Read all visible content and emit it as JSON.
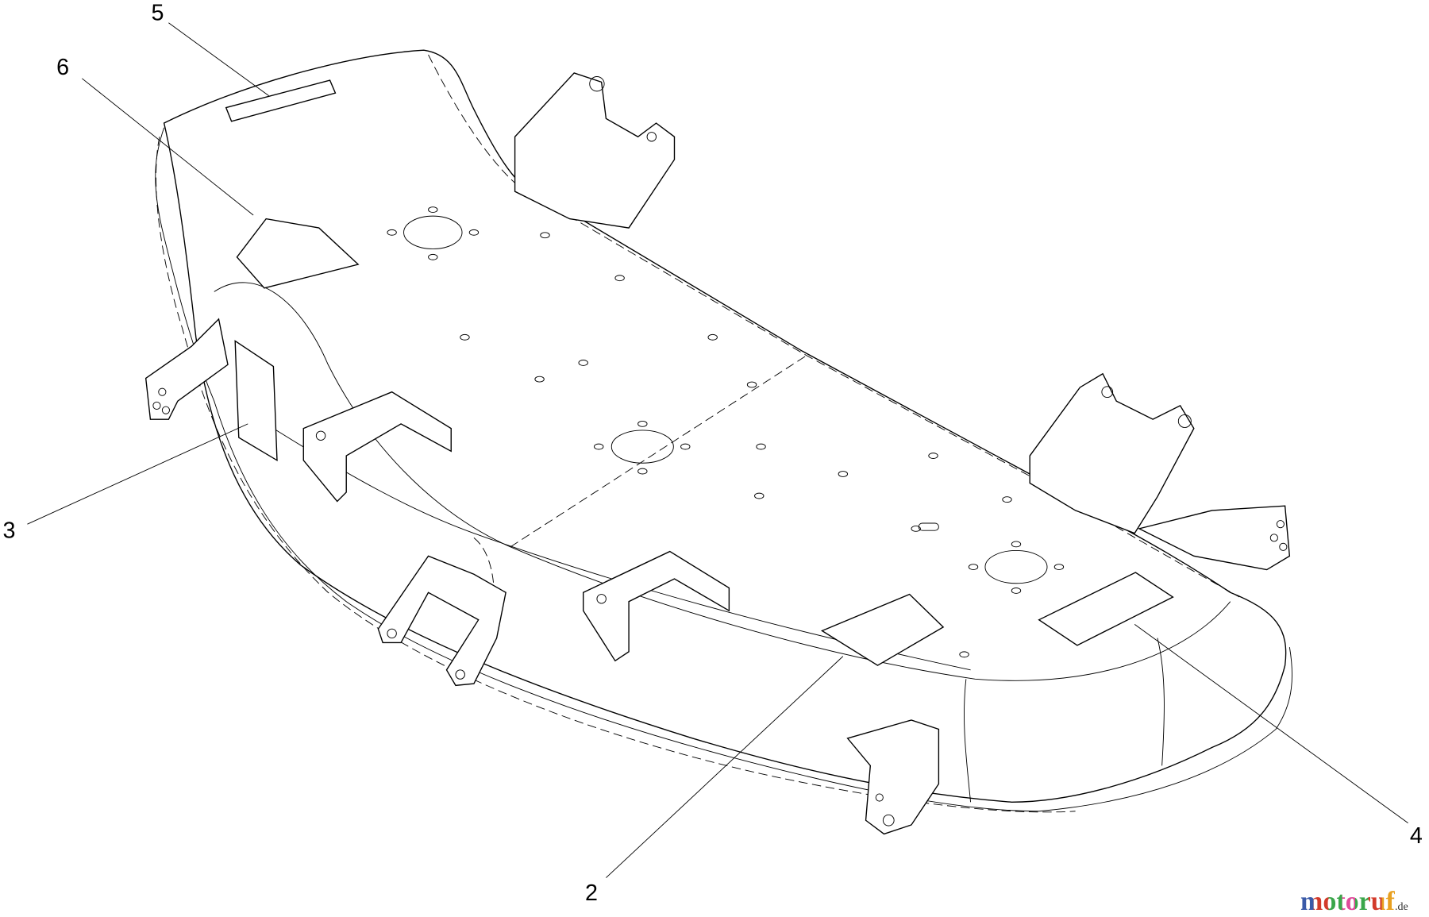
{
  "diagram": {
    "callouts": [
      {
        "label": "5"
      },
      {
        "label": "6"
      },
      {
        "label": "3"
      },
      {
        "label": "2"
      },
      {
        "label": "4"
      }
    ]
  },
  "watermark": {
    "text": "motoruf",
    "suffix": ".de",
    "letter_colors": [
      "#3a5aa8",
      "#d23a2a",
      "#3aa64a",
      "#e04a9a",
      "#3aa64a",
      "#d23a2a",
      "#e8a020"
    ]
  }
}
